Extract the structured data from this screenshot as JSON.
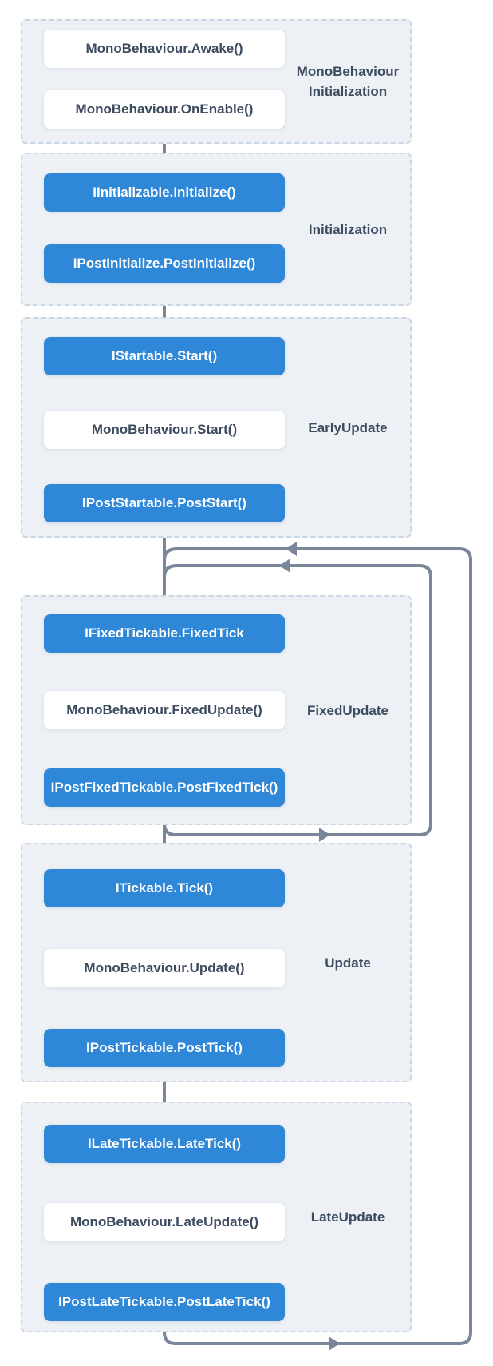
{
  "colors": {
    "page_background": "#FFFFFF",
    "panel_background": "#EDF1F6",
    "panel_border": "#C9D6E3",
    "box_blue": "#2E87D7",
    "box_white": "#FFFFFF",
    "text_dark": "#3C4B5F",
    "text_on_blue": "#FFFFFF",
    "connector": "#7A8699"
  },
  "sections": [
    {
      "label": "MonoBehaviour Initialization",
      "boxes": [
        {
          "text": "MonoBehaviour.Awake()",
          "variant": "white"
        },
        {
          "text": "MonoBehaviour.OnEnable()",
          "variant": "white"
        }
      ]
    },
    {
      "label": "Initialization",
      "boxes": [
        {
          "text": "IInitializable.Initialize()",
          "variant": "blue"
        },
        {
          "text": "IPostInitialize.PostInitialize()",
          "variant": "blue"
        }
      ]
    },
    {
      "label": "EarlyUpdate",
      "boxes": [
        {
          "text": "IStartable.Start()",
          "variant": "blue"
        },
        {
          "text": "MonoBehaviour.Start()",
          "variant": "white"
        },
        {
          "text": "IPostStartable.PostStart()",
          "variant": "blue"
        }
      ]
    },
    {
      "label": "FixedUpdate",
      "boxes": [
        {
          "text": "IFixedTickable.FixedTick",
          "variant": "blue"
        },
        {
          "text": "MonoBehaviour.FixedUpdate()",
          "variant": "white"
        },
        {
          "text": "IPostFixedTickable.PostFixedTick()",
          "variant": "blue"
        }
      ]
    },
    {
      "label": "Update",
      "boxes": [
        {
          "text": "ITickable.Tick()",
          "variant": "blue"
        },
        {
          "text": "MonoBehaviour.Update()",
          "variant": "white"
        },
        {
          "text": "IPostTickable.PostTick()",
          "variant": "blue"
        }
      ]
    },
    {
      "label": "LateUpdate",
      "boxes": [
        {
          "text": "ILateTickable.LateTick()",
          "variant": "blue"
        },
        {
          "text": "MonoBehaviour.LateUpdate()",
          "variant": "white"
        },
        {
          "text": "IPostLateTickable.PostLateTick()",
          "variant": "blue"
        }
      ]
    }
  ]
}
